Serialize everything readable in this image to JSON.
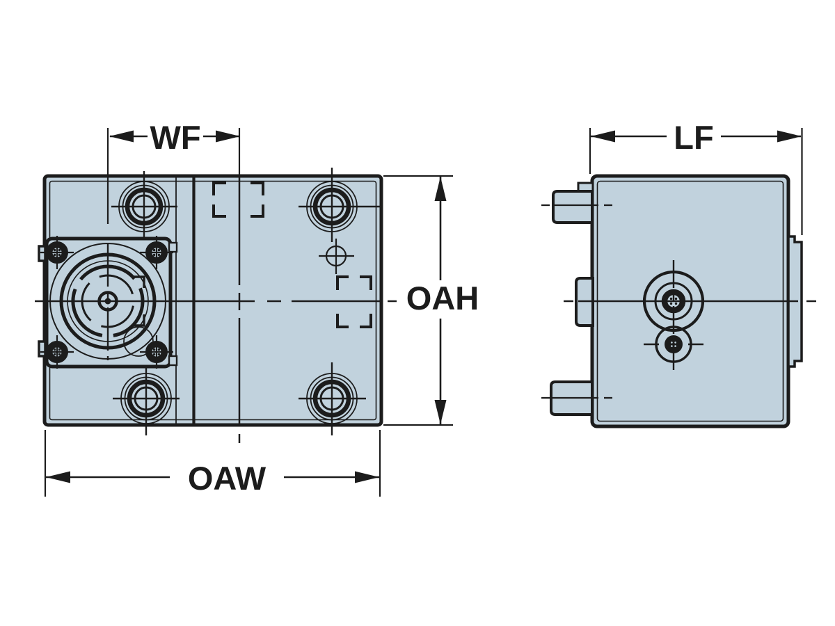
{
  "drawing": {
    "type": "engineering-drawing-two-views",
    "labels": {
      "wf": "WF",
      "oah": "OAH",
      "oaw": "OAW",
      "lf": "LF"
    },
    "views": {
      "front_view": {
        "description": "front view of clamping block with flange plate, coupling boss, four counterbored holes",
        "dimension_labels": [
          "WF",
          "OAH",
          "OAW"
        ]
      },
      "side_view": {
        "description": "side view with two studs, center tab, hub circles and right rail",
        "dimension_labels": [
          "LF"
        ]
      }
    },
    "colors": {
      "body_fill": "#c1d2dd",
      "line": "#1c1c1c",
      "background": "#ffffff"
    }
  }
}
